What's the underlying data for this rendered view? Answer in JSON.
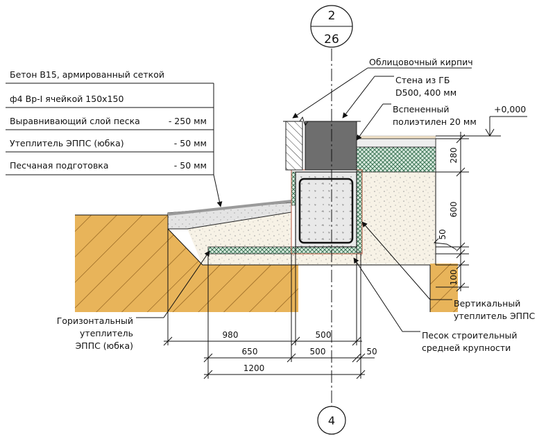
{
  "section_marker": {
    "top": "2",
    "bottom": "26"
  },
  "axis_marker": "4",
  "elevation": "+0,000",
  "legend_lines": [
    "Бетон В15, армированный сеткой",
    "ф4 Вр-I ячейкой 150х150",
    "Выравнивающий слой песка",
    "Утеплитель ЭППС (юбка)",
    "Песчаная подготовка"
  ],
  "legend_values": [
    "",
    "",
    "- 250 мм",
    "- 50 мм",
    "- 50 мм"
  ],
  "labels": {
    "facing_brick": "Облицовочный кирпич",
    "wall_line1": "Стена из ГБ",
    "wall_line2": "D500, 400 мм",
    "foam_line1": "Вспененный",
    "foam_line2": "полиэтилен 20 мм",
    "vertical_line1": "Вертикальный",
    "vertical_line2": "утеплитель  ЭППС",
    "sand_line1": "Песок строительный",
    "sand_line2": "средней крупности",
    "horizontal_line1": "Горизонтальный",
    "horizontal_line2": "утеплитель",
    "horizontal_line3": "ЭППС (юбка)"
  },
  "dimensions": {
    "h1": "980",
    "h2": "500",
    "h3": "650",
    "h4": "500",
    "h5": "50",
    "h6": "1200",
    "v1": "280",
    "v2": "600",
    "v3": "50",
    "v4": "100"
  },
  "colors": {
    "ground": "#e8b45a",
    "ground_hatch": "#8a5a1a",
    "sand": "#f7f2e6",
    "concrete": "#e9e9e9",
    "gas_block": "#6e6e6e",
    "eps": "#3a7d5c",
    "blind_area": "#cfcfcf",
    "line": "#111111"
  }
}
